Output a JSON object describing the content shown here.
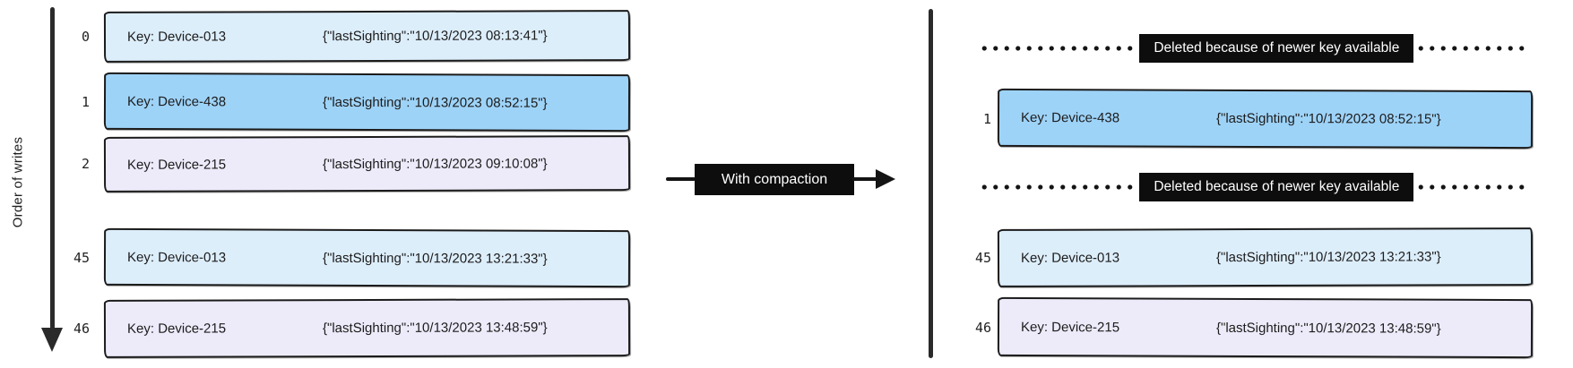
{
  "diagram": {
    "axis_label": "Order of writes",
    "compaction_label": "With compaction"
  },
  "left_log": {
    "rows": [
      {
        "index": "0",
        "key": "Key: Device-013",
        "value": "{\"lastSighting\":\"10/13/2023 08:13:41\"}",
        "color": "#ddeefb"
      },
      {
        "index": "1",
        "key": "Key: Device-438",
        "value": "{\"lastSighting\":\"10/13/2023 08:52:15\"}",
        "color": "#9ed3f8"
      },
      {
        "index": "2",
        "key": "Key: Device-215",
        "value": "{\"lastSighting\":\"10/13/2023 09:10:08\"}",
        "color": "#edebfa"
      },
      {
        "index": "45",
        "key": "Key: Device-013",
        "value": "{\"lastSighting\":\"10/13/2023 13:21:33\"}",
        "color": "#ddeefb"
      },
      {
        "index": "46",
        "key": "Key: Device-215",
        "value": "{\"lastSighting\":\"10/13/2023 13:48:59\"}",
        "color": "#edebfa"
      }
    ]
  },
  "right_log": {
    "deleted_1": "Deleted because of newer key available",
    "deleted_2": "Deleted because of newer key available",
    "rows": [
      {
        "index": "1",
        "key": "Key: Device-438",
        "value": "{\"lastSighting\":\"10/13/2023 08:52:15\"}",
        "color": "#9ed3f8"
      },
      {
        "index": "45",
        "key": "Key: Device-013",
        "value": "{\"lastSighting\":\"10/13/2023 13:21:33\"}",
        "color": "#ddeefb"
      },
      {
        "index": "46",
        "key": "Key: Device-215",
        "value": "{\"lastSighting\":\"10/13/2023 13:48:59\"}",
        "color": "#edebfa"
      }
    ]
  },
  "colors": {
    "record_light_blue": "#ddeefb",
    "record_blue": "#9ed3f8",
    "record_lavender": "#edebfa",
    "badge_bg": "#0d0d0d",
    "badge_text": "#ffffff",
    "stroke": "#1b1b1b"
  }
}
